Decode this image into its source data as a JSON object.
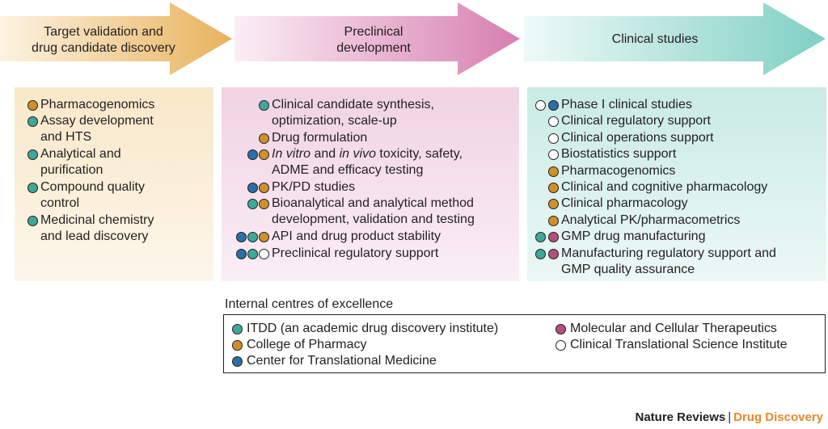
{
  "colors": {
    "teal": "#3fa898",
    "orange": "#cf902c",
    "blue": "#2a6fa8",
    "magenta": "#b2507f",
    "white": "#ffffff"
  },
  "stages": [
    {
      "label": "Target validation and drug candidate discovery",
      "line1": "Target validation and",
      "line2": "drug candidate discovery"
    },
    {
      "label": "Preclinical development",
      "line1": "Preclinical",
      "line2": "development"
    },
    {
      "label": "Clinical studies",
      "line1": "Clinical studies",
      "line2": ""
    }
  ],
  "panels": [
    {
      "items": [
        {
          "dots": [
            "orange"
          ],
          "lines": [
            "Pharmacogenomics"
          ]
        },
        {
          "dots": [
            "teal"
          ],
          "lines": [
            "Assay development",
            "and HTS"
          ]
        },
        {
          "dots": [
            "teal"
          ],
          "lines": [
            "Analytical and",
            "purification"
          ]
        },
        {
          "dots": [
            "teal"
          ],
          "lines": [
            "Compound quality",
            "control"
          ]
        },
        {
          "dots": [
            "teal"
          ],
          "lines": [
            "Medicinal chemistry",
            "and lead discovery"
          ]
        }
      ]
    },
    {
      "items": [
        {
          "dots": [
            "teal"
          ],
          "lines": [
            "Clinical candidate synthesis,",
            "optimization, scale-up"
          ]
        },
        {
          "dots": [
            "orange"
          ],
          "lines": [
            "Drug formulation"
          ]
        },
        {
          "dots": [
            "blue",
            "orange"
          ],
          "lines": [
            "In vitro and in vivo toxicity, safety,",
            "ADME and efficacy testing"
          ],
          "italic_first": true
        },
        {
          "dots": [
            "blue",
            "orange"
          ],
          "lines": [
            "PK/PD studies"
          ]
        },
        {
          "dots": [
            "teal",
            "orange"
          ],
          "lines": [
            "Bioanalytical and analytical method",
            "development, validation and testing"
          ]
        },
        {
          "dots": [
            "blue",
            "teal",
            "orange"
          ],
          "lines": [
            "API and drug product stability"
          ]
        },
        {
          "dots": [
            "blue",
            "teal",
            "white"
          ],
          "lines": [
            "Preclinical regulatory support"
          ]
        }
      ]
    },
    {
      "items": [
        {
          "dots": [
            "white",
            "blue"
          ],
          "lines": [
            "Phase I clinical studies"
          ]
        },
        {
          "dots": [
            "white"
          ],
          "lines": [
            "Clinical regulatory support"
          ]
        },
        {
          "dots": [
            "white"
          ],
          "lines": [
            "Clinical operations support"
          ]
        },
        {
          "dots": [
            "white"
          ],
          "lines": [
            "Biostatistics support"
          ]
        },
        {
          "dots": [
            "orange"
          ],
          "lines": [
            "Pharmacogenomics"
          ]
        },
        {
          "dots": [
            "orange"
          ],
          "lines": [
            "Clinical and cognitive pharmacology"
          ]
        },
        {
          "dots": [
            "orange"
          ],
          "lines": [
            "Clinical pharmacology"
          ]
        },
        {
          "dots": [
            "orange"
          ],
          "lines": [
            "Analytical PK/pharmacometrics"
          ]
        },
        {
          "dots": [
            "teal",
            "magenta"
          ],
          "lines": [
            "GMP drug manufacturing"
          ]
        },
        {
          "dots": [
            "teal",
            "magenta"
          ],
          "lines": [
            "Manufacturing regulatory support and",
            "GMP quality assurance"
          ]
        }
      ]
    }
  ],
  "legend": {
    "title": "Internal centres of excellence",
    "entries": [
      {
        "color": "teal",
        "label": "ITDD (an academic drug discovery institute)"
      },
      {
        "color": "orange",
        "label": "College of Pharmacy"
      },
      {
        "color": "blue",
        "label": "Center for Translational Medicine"
      },
      {
        "color": "magenta",
        "label": "Molecular and Cellular Therapeutics"
      },
      {
        "color": "white",
        "label": "Clinical Translational Science Institute"
      }
    ]
  },
  "credit": {
    "journal": "Nature Reviews",
    "separator": "|",
    "section": "Drug Discovery",
    "section_color": "#e48a2a"
  }
}
